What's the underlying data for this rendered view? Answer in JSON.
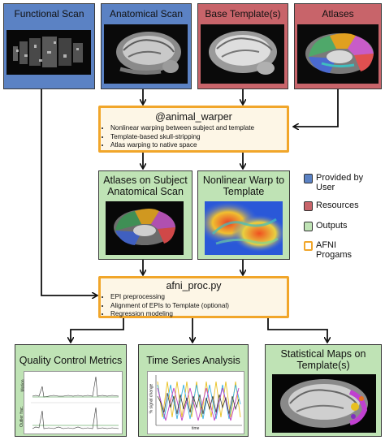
{
  "inputs": {
    "functional": "Functional Scan",
    "anatomical": "Anatomical Scan",
    "template": "Base Template(s)",
    "atlases": "Atlases"
  },
  "animal_warper": {
    "title": "@animal_warper",
    "items": [
      "Nonlinear warping between subject and template",
      "Template-based skull-stripping",
      "Atlas warping to native space"
    ]
  },
  "outputs_mid": {
    "atlases_on_subject": "Atlases on Subject Anatomical Scan",
    "nonlinear_warp": "Nonlinear Warp to Template"
  },
  "afni_proc": {
    "title": "afni_proc.py",
    "items": [
      "EPI preprocessing",
      "Alignment of EPIs to Template (optional)",
      "Regression modeling"
    ]
  },
  "outputs_bottom": {
    "qc": "Quality Control Metrics",
    "ts": "Time Series Analysis",
    "stat": "Statistical Maps on Template(s)"
  },
  "plot_labels": {
    "motion": "Motion",
    "outlier": "Outlier frac.",
    "signal_change": "% signal change",
    "time": "time"
  },
  "legend": {
    "items": [
      {
        "label": "Provided by User",
        "color": "#5b82c4"
      },
      {
        "label": "Resources",
        "color": "#c8646a"
      },
      {
        "label": "Outputs",
        "color": "#bfe3b5"
      },
      {
        "label": "AFNI Progams",
        "color": "#f1a62a"
      }
    ]
  },
  "colors": {
    "user": "#5b82c4",
    "resource": "#c8646a",
    "output": "#bfe3b5",
    "program_border": "#f1a62a",
    "program_fill": "#fdf6e6"
  }
}
